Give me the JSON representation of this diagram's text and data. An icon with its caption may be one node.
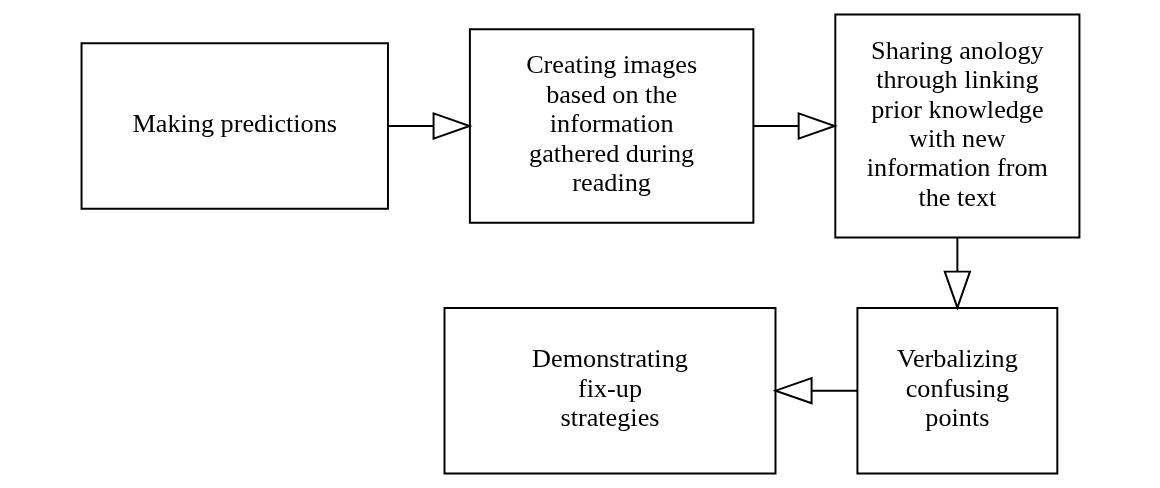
{
  "diagram": {
    "nodes": [
      {
        "text": [
          "Making predictions"
        ]
      },
      {
        "text": [
          "Creating images based on the information gathered during reading"
        ]
      },
      {
        "text": [
          "Sharing anology through linking prior knowledge with new information from the text"
        ]
      },
      {
        "text": [
          "Verbalizing confusing points"
        ]
      },
      {
        "text": [
          "Demonstrating fix-up strategies"
        ]
      }
    ],
    "edges": [
      {
        "from": 0,
        "to": 1,
        "arrow": "to"
      },
      {
        "from": 1,
        "to": 2,
        "arrow": "to"
      },
      {
        "from": 2,
        "to": 3,
        "arrow": "to"
      },
      {
        "from": 3,
        "to": 4,
        "arrow": "to"
      }
    ]
  }
}
